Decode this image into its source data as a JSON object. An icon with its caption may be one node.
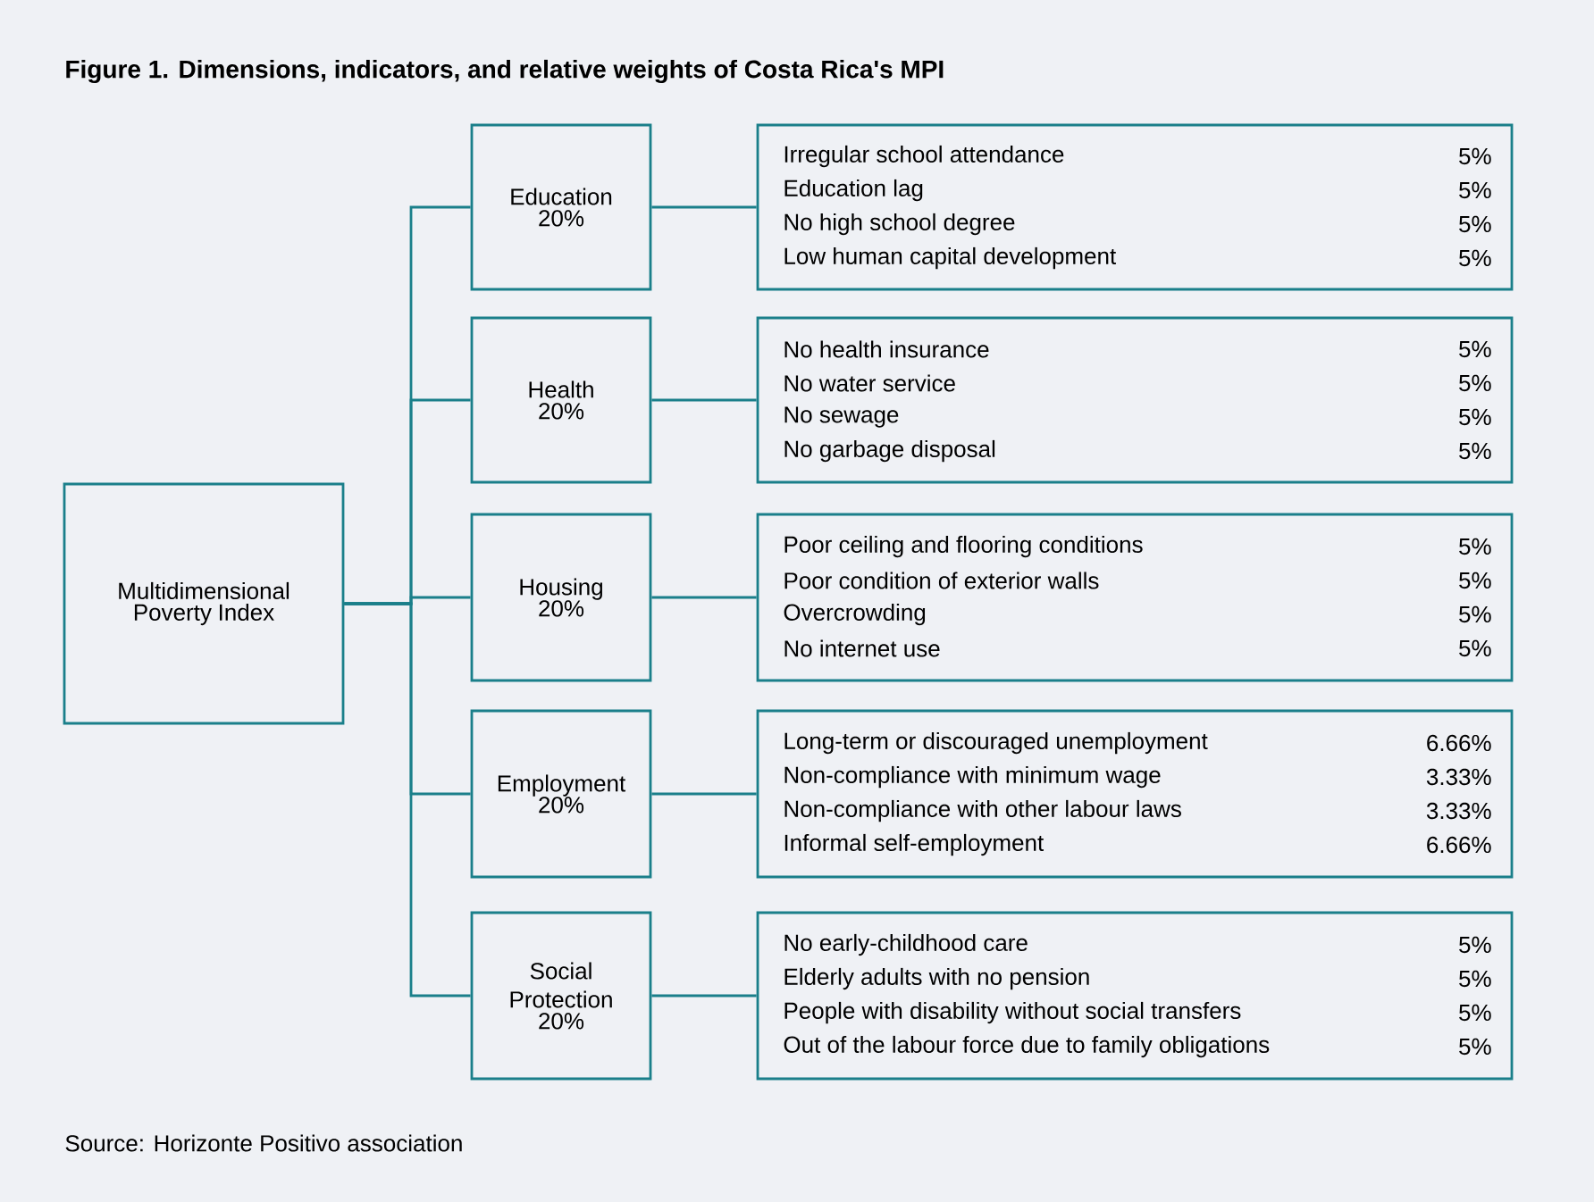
{
  "diagram": {
    "title": "Figure 1. Dimensions, indicators, and relative weights of Costa Rica's MPI",
    "caption": "Source: Horizonte Positivo association",
    "nodes": [
      {
        "text": [
          "Multidimensional Poverty Index"
        ]
      },
      {
        "text": [
          "Education",
          "20%"
        ]
      },
      {
        "text": [
          "Irregular school attendance",
          "5%",
          "Education lag",
          "5%",
          "No high school degree",
          "5%",
          "Low human capital development",
          "5%"
        ]
      },
      {
        "text": [
          "Health",
          "20%"
        ]
      },
      {
        "text": [
          "No health insurance",
          "5%",
          "No water service",
          "5%",
          "No sewage",
          "5%",
          "No garbage disposal",
          "5%"
        ]
      },
      {
        "text": [
          "Housing",
          "20%"
        ]
      },
      {
        "text": [
          "Poor ceiling and flooring conditions",
          "5%",
          "Poor condition of exterior walls",
          "5%",
          "Overcrowding",
          "5%",
          "No internet use",
          "5%"
        ]
      },
      {
        "text": [
          "Employment",
          "20%"
        ]
      },
      {
        "text": [
          "Long-term or discouraged unemployment",
          "6.66%",
          "Non-compliance with minimum wage",
          "3.33%",
          "Non-compliance with other labour laws",
          "3.33%",
          "Informal self-employment",
          "6.66%"
        ]
      },
      {
        "text": [
          "Social Protection",
          "20%"
        ]
      },
      {
        "text": [
          "No early-childhood care",
          "5%",
          "Elderly adults with no pension",
          "5%",
          "People with disability without social transfers",
          "5%",
          "Out of the labour force due to family obligations",
          "5%"
        ]
      }
    ],
    "edges": [
      {
        "from": 0,
        "to": 1,
        "arrow": "none"
      },
      {
        "from": 0,
        "to": 3,
        "arrow": "none"
      },
      {
        "from": 0,
        "to": 5,
        "arrow": "none"
      },
      {
        "from": 0,
        "to": 7,
        "arrow": "none"
      },
      {
        "from": 0,
        "to": 9,
        "arrow": "none"
      },
      {
        "from": 1,
        "to": 2,
        "arrow": "none"
      },
      {
        "from": 3,
        "to": 4,
        "arrow": "none"
      },
      {
        "from": 5,
        "to": 6,
        "arrow": "none"
      },
      {
        "from": 7,
        "to": 8,
        "arrow": "none"
      },
      {
        "from": 9,
        "to": 10,
        "arrow": "none"
      }
    ]
  }
}
